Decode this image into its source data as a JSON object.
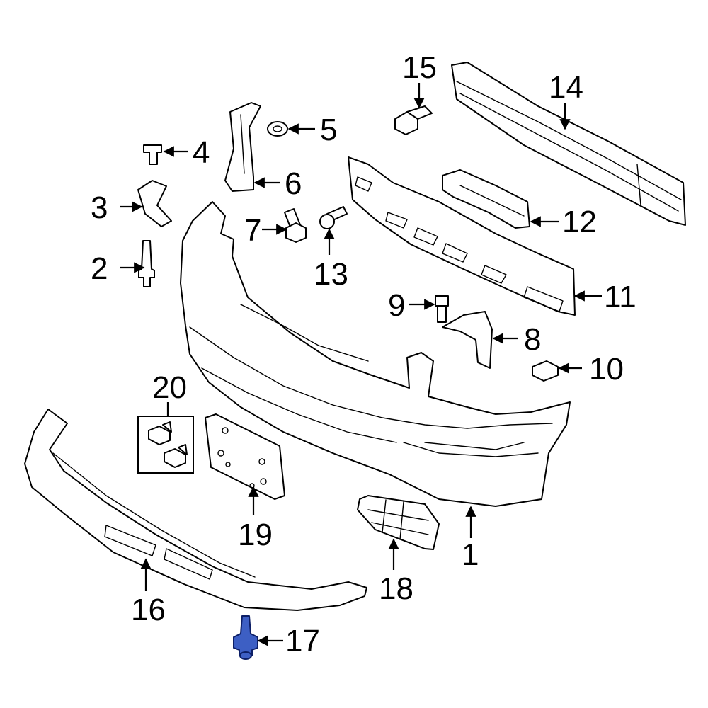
{
  "callouts": [
    {
      "id": "1",
      "label": "1"
    },
    {
      "id": "2",
      "label": "2"
    },
    {
      "id": "3",
      "label": "3"
    },
    {
      "id": "4",
      "label": "4"
    },
    {
      "id": "5",
      "label": "5"
    },
    {
      "id": "6",
      "label": "6"
    },
    {
      "id": "7",
      "label": "7"
    },
    {
      "id": "8",
      "label": "8"
    },
    {
      "id": "9",
      "label": "9"
    },
    {
      "id": "10",
      "label": "10"
    },
    {
      "id": "11",
      "label": "11"
    },
    {
      "id": "12",
      "label": "12"
    },
    {
      "id": "13",
      "label": "13"
    },
    {
      "id": "14",
      "label": "14"
    },
    {
      "id": "15",
      "label": "15"
    },
    {
      "id": "16",
      "label": "16"
    },
    {
      "id": "17",
      "label": "17",
      "highlighted": true
    },
    {
      "id": "18",
      "label": "18"
    },
    {
      "id": "19",
      "label": "19"
    },
    {
      "id": "20",
      "label": "20"
    }
  ],
  "colors": {
    "outline": "#000000",
    "background": "#ffffff",
    "highlight_fill": "#3d5fc4",
    "highlight_stroke": "#0d1f66"
  }
}
